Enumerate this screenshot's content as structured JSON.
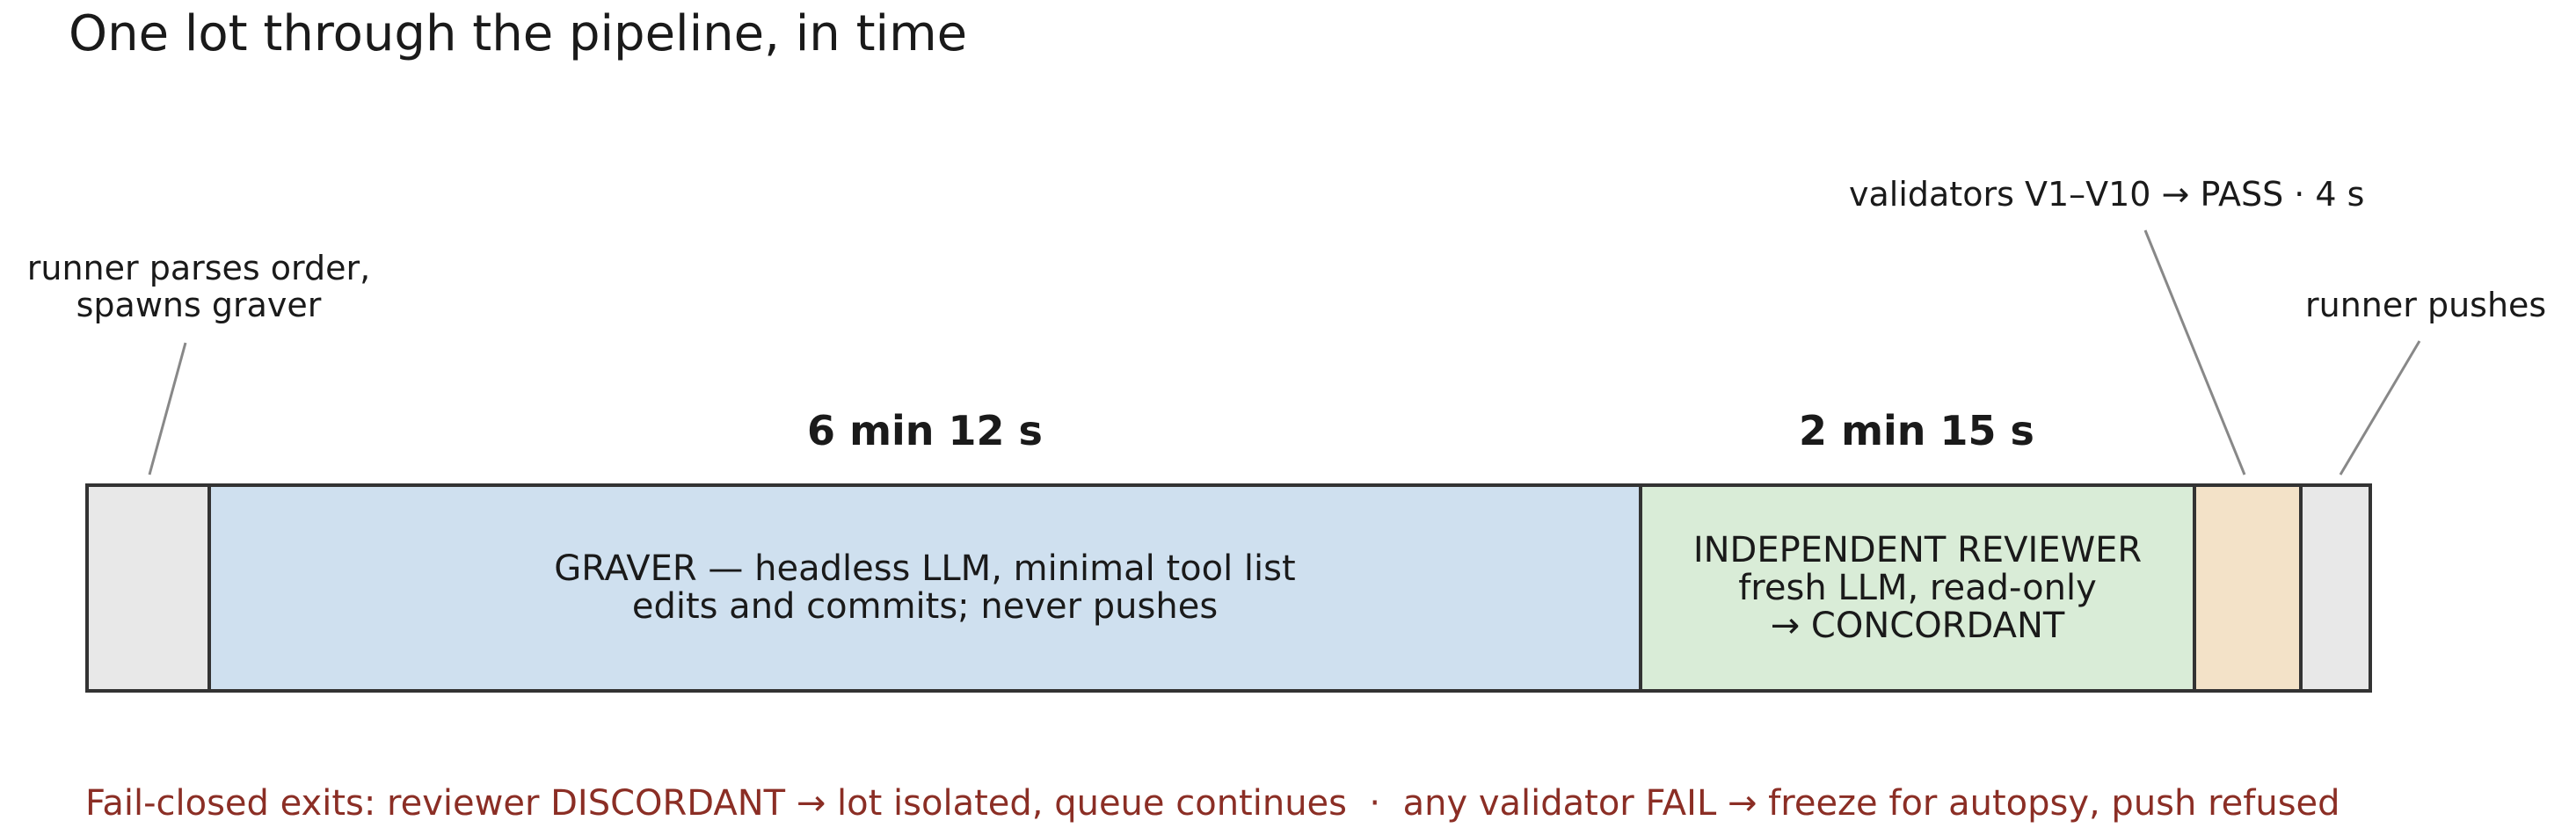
{
  "title": "One lot through the pipeline, in time",
  "annotations": {
    "runner_parse": [
      "runner parses order,",
      "spawns graver"
    ],
    "validators": "validators V1–V10 → PASS · 4 s",
    "runner_push": "runner pushes"
  },
  "durations": {
    "graver": "6 min 12 s",
    "reviewer": "2 min 15 s"
  },
  "segments": {
    "graver": [
      "GRAVER — headless LLM, minimal tool list",
      "edits and commits; never pushes"
    ],
    "reviewer": [
      "INDEPENDENT REVIEWER",
      "fresh LLM, read-only",
      "→ CONCORDANT"
    ]
  },
  "colors": {
    "runner": "#e8e8e8",
    "graver": "#cfe0ef",
    "reviewer": "#d9ecd7",
    "validators": "#f3e2c8",
    "footer_text": "#8b2e25"
  },
  "footer": "Fail-closed exits: reviewer DISCORDANT → lot isolated, queue continues  ·  any validator FAIL → freeze for autopsy, push refused"
}
